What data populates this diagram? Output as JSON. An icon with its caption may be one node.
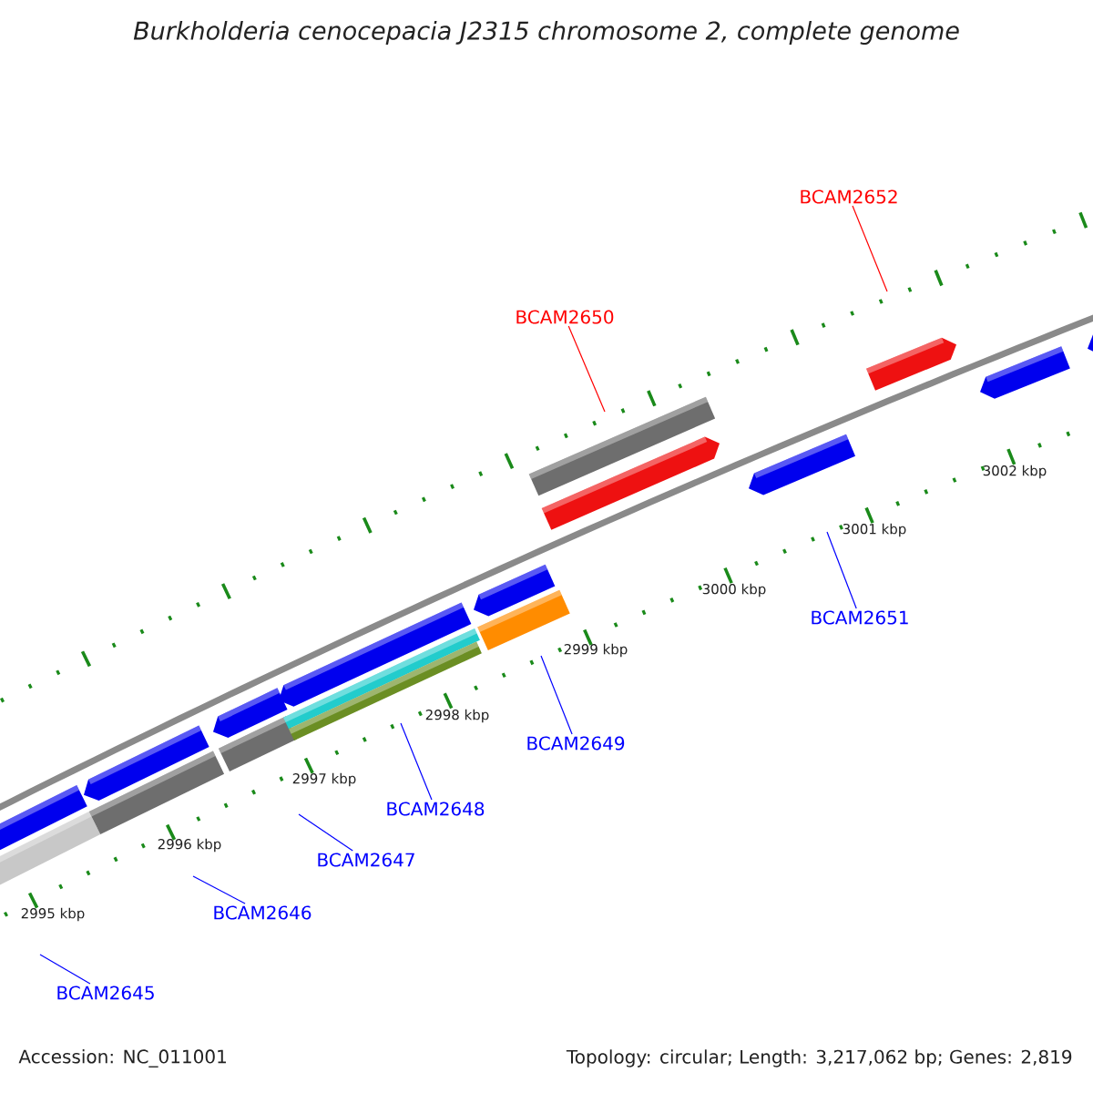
{
  "diagram": {
    "title": "Burkholderia cenocepacia J2315 chromosome 2, complete genome",
    "nodes": [
      {
        "text": [
          "BCAM2652"
        ]
      },
      {
        "text": [
          "BCAM2650"
        ]
      },
      {
        "text": [
          "BCAM2651"
        ]
      },
      {
        "text": [
          "BCAM2649"
        ]
      },
      {
        "text": [
          "BCAM2648"
        ]
      },
      {
        "text": [
          "BCAM2647"
        ]
      },
      {
        "text": [
          "BCAM2646"
        ]
      },
      {
        "text": [
          "BCAM2645"
        ]
      }
    ],
    "edges": [
      {
        "from": 0,
        "to": null,
        "arrow": "none",
        "color": "#ff0000"
      },
      {
        "from": 1,
        "to": null,
        "arrow": "none",
        "color": "#ff0000"
      },
      {
        "from": 2,
        "to": null,
        "arrow": "none"
      },
      {
        "from": 3,
        "to": null,
        "arrow": "none"
      },
      {
        "from": 4,
        "to": null,
        "arrow": "none"
      },
      {
        "from": 5,
        "to": null,
        "arrow": "none"
      },
      {
        "from": 6,
        "to": null,
        "arrow": "none"
      },
      {
        "from": 7,
        "to": null,
        "arrow": "none"
      }
    ],
    "labels": [
      "3002 kbp",
      "3001 kbp",
      "3000 kbp",
      "2999 kbp",
      "2998 kbp",
      "2997 kbp",
      "2996 kbp",
      "2995 kbp",
      "Accession: NC_011001",
      "Topology: circular; Length: 3,217,062 bp; Genes: 2,819"
    ]
  }
}
